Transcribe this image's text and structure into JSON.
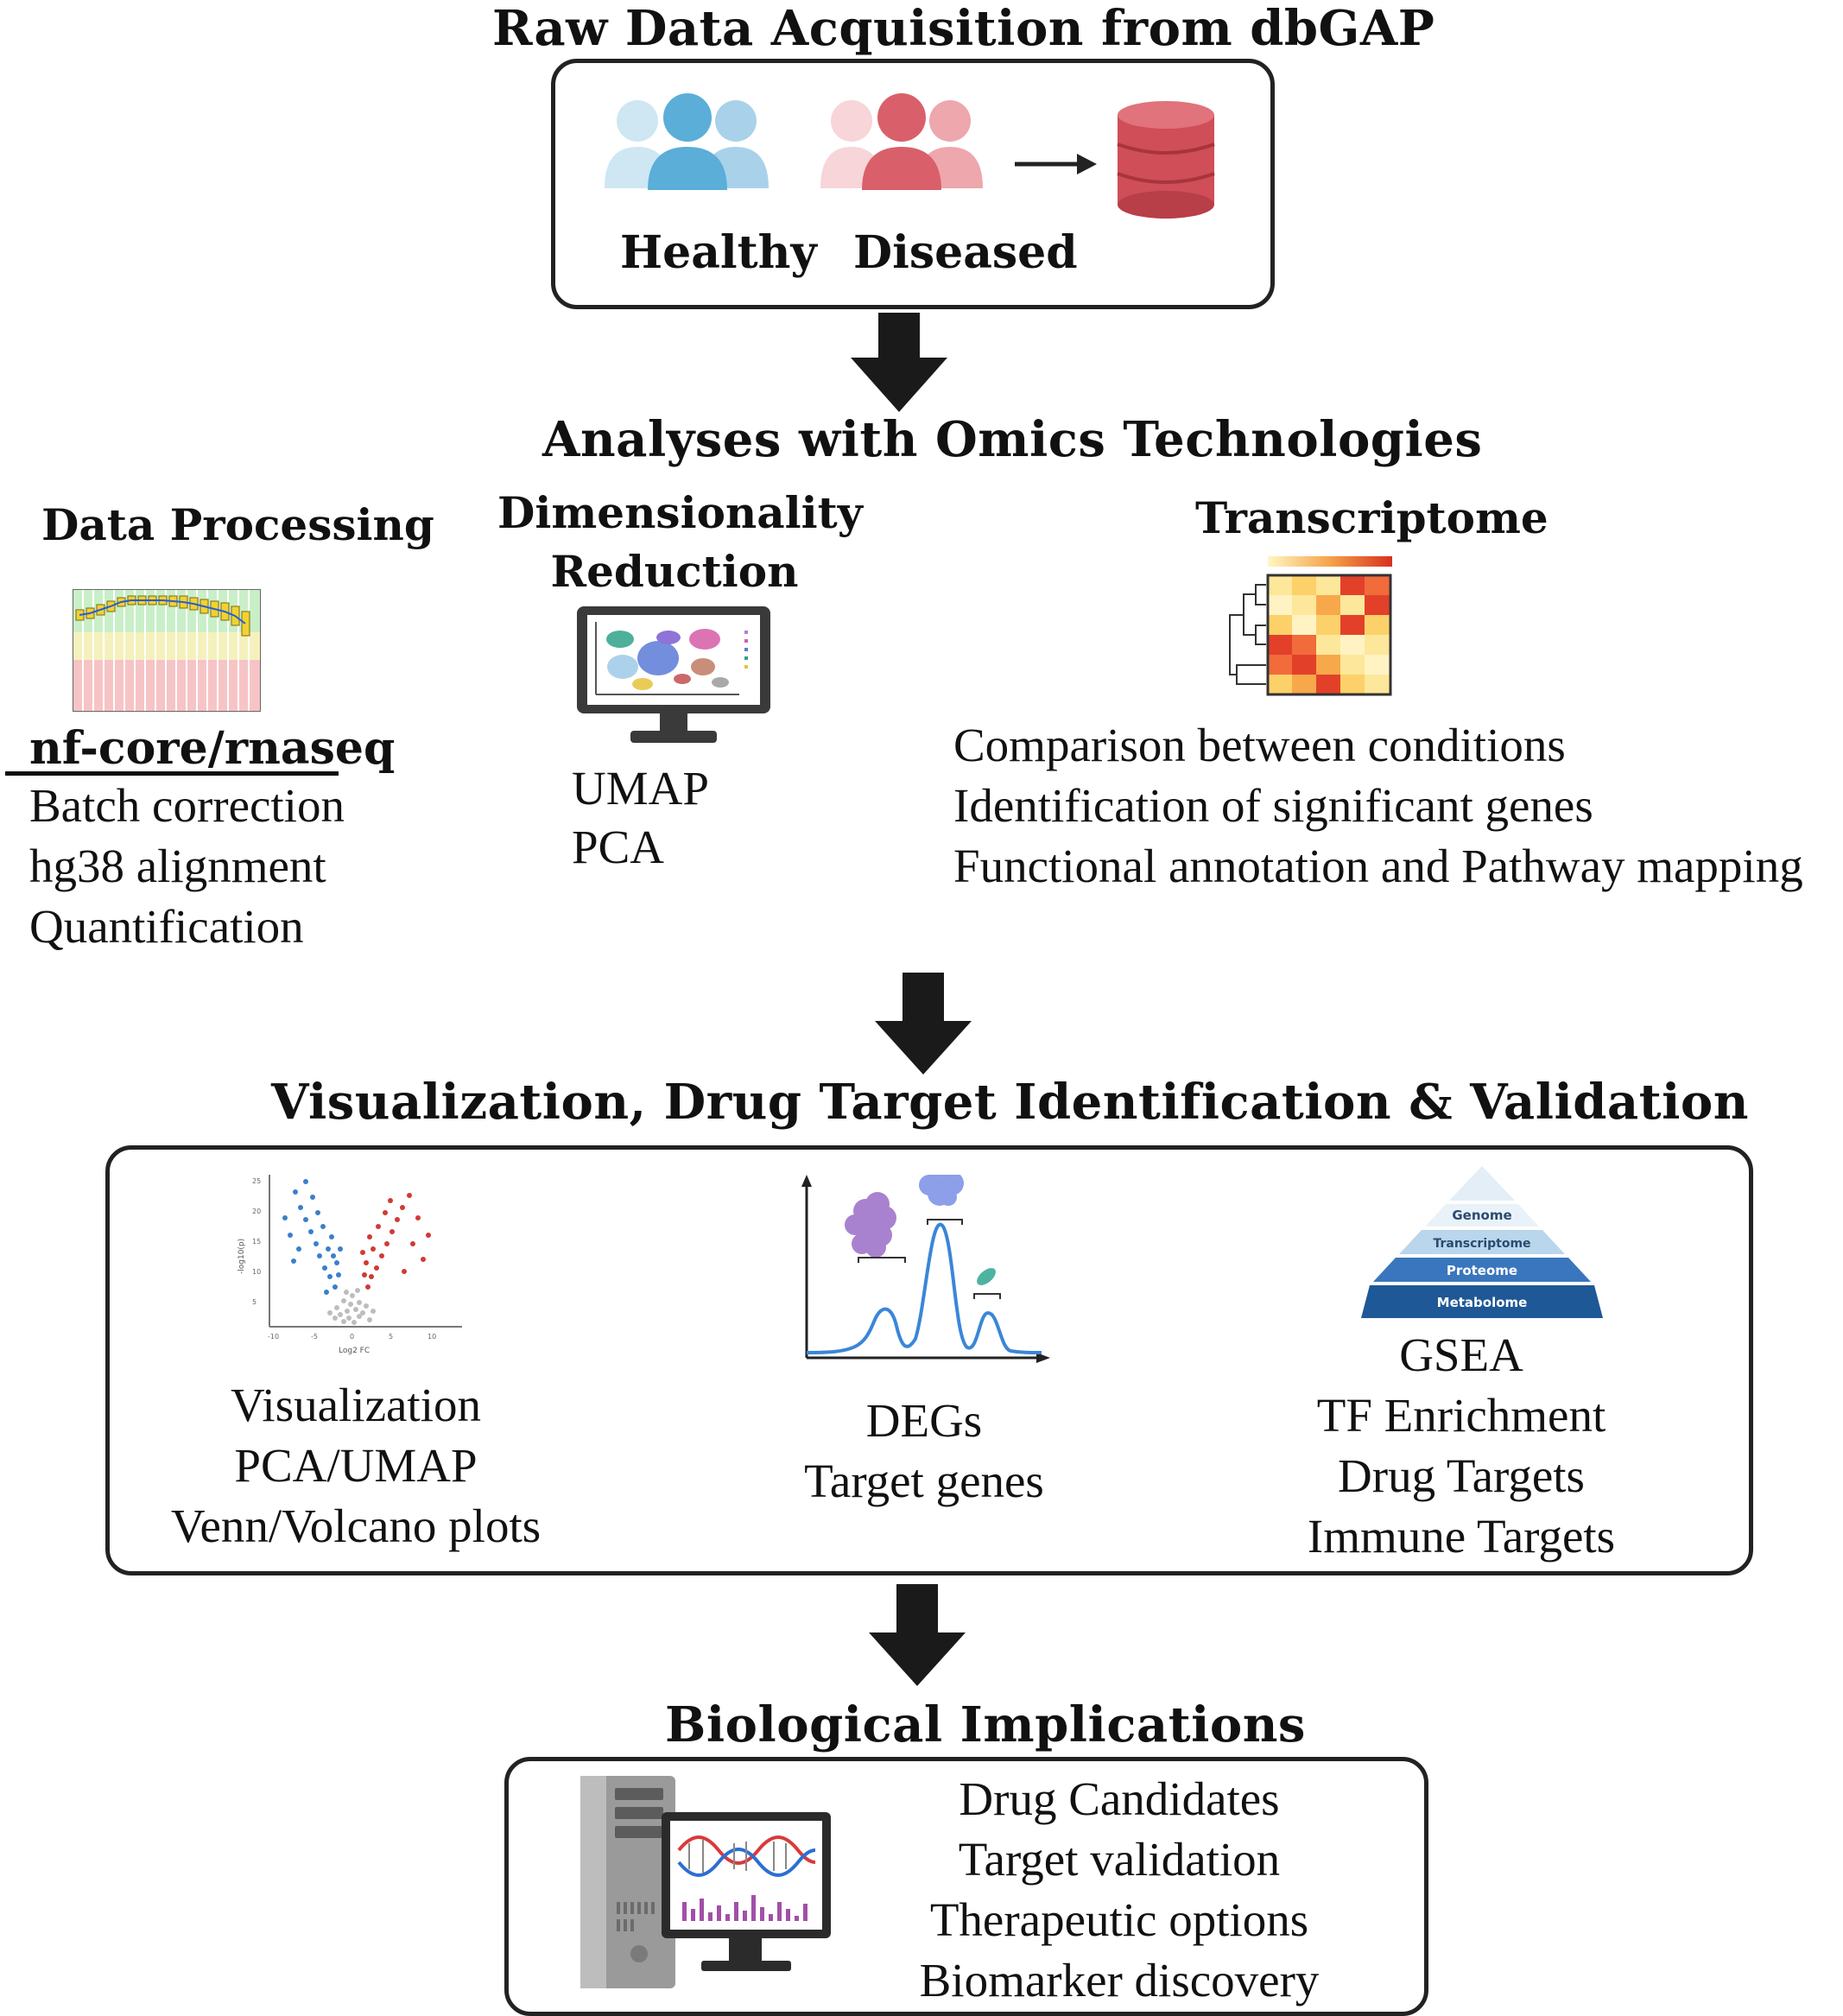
{
  "stage1": {
    "title": "Raw Data Acquisition from dbGAP",
    "healthy_label": "Healthy",
    "diseased_label": "Diseased",
    "colors": {
      "healthy": "#5aaed8",
      "diseased": "#d9606a",
      "database": "#cf4e58"
    }
  },
  "stage2": {
    "title": "Analyses with Omics Technologies",
    "data_processing": {
      "heading": "Data Processing",
      "tool": "nf-core/rnaseq",
      "items": [
        "Batch correction",
        "hg38 alignment",
        "Quantification"
      ]
    },
    "dim_reduction": {
      "heading_line1": "Dimensionality",
      "heading_line2": "Reduction",
      "items": [
        "UMAP",
        "PCA"
      ]
    },
    "transcriptome": {
      "heading": "Transcriptome",
      "items": [
        "Comparison between conditions",
        "Identification of significant genes",
        "Functional annotation and Pathway mapping"
      ]
    }
  },
  "stage3": {
    "title": "Visualization, Drug Target Identification & Validation",
    "visualization": {
      "items": [
        "Visualization",
        "PCA/UMAP",
        "Venn/Volcano plots"
      ],
      "xlabel": "Log2 FC",
      "ylabel": "-log10(p)"
    },
    "degs": {
      "items": [
        "DEGs",
        "Target genes"
      ]
    },
    "pyramid": {
      "levels": [
        "Genome",
        "Transcriptome",
        "Proteome",
        "Metabolome"
      ],
      "items": [
        "GSEA",
        "TF Enrichment",
        "Drug Targets",
        "Immune Targets"
      ]
    }
  },
  "stage4": {
    "title": "Biological Implications",
    "items": [
      "Drug Candidates",
      "Target validation",
      "Therapeutic options",
      "Biomarker discovery"
    ]
  },
  "arrow_color": "#1a1a1a"
}
